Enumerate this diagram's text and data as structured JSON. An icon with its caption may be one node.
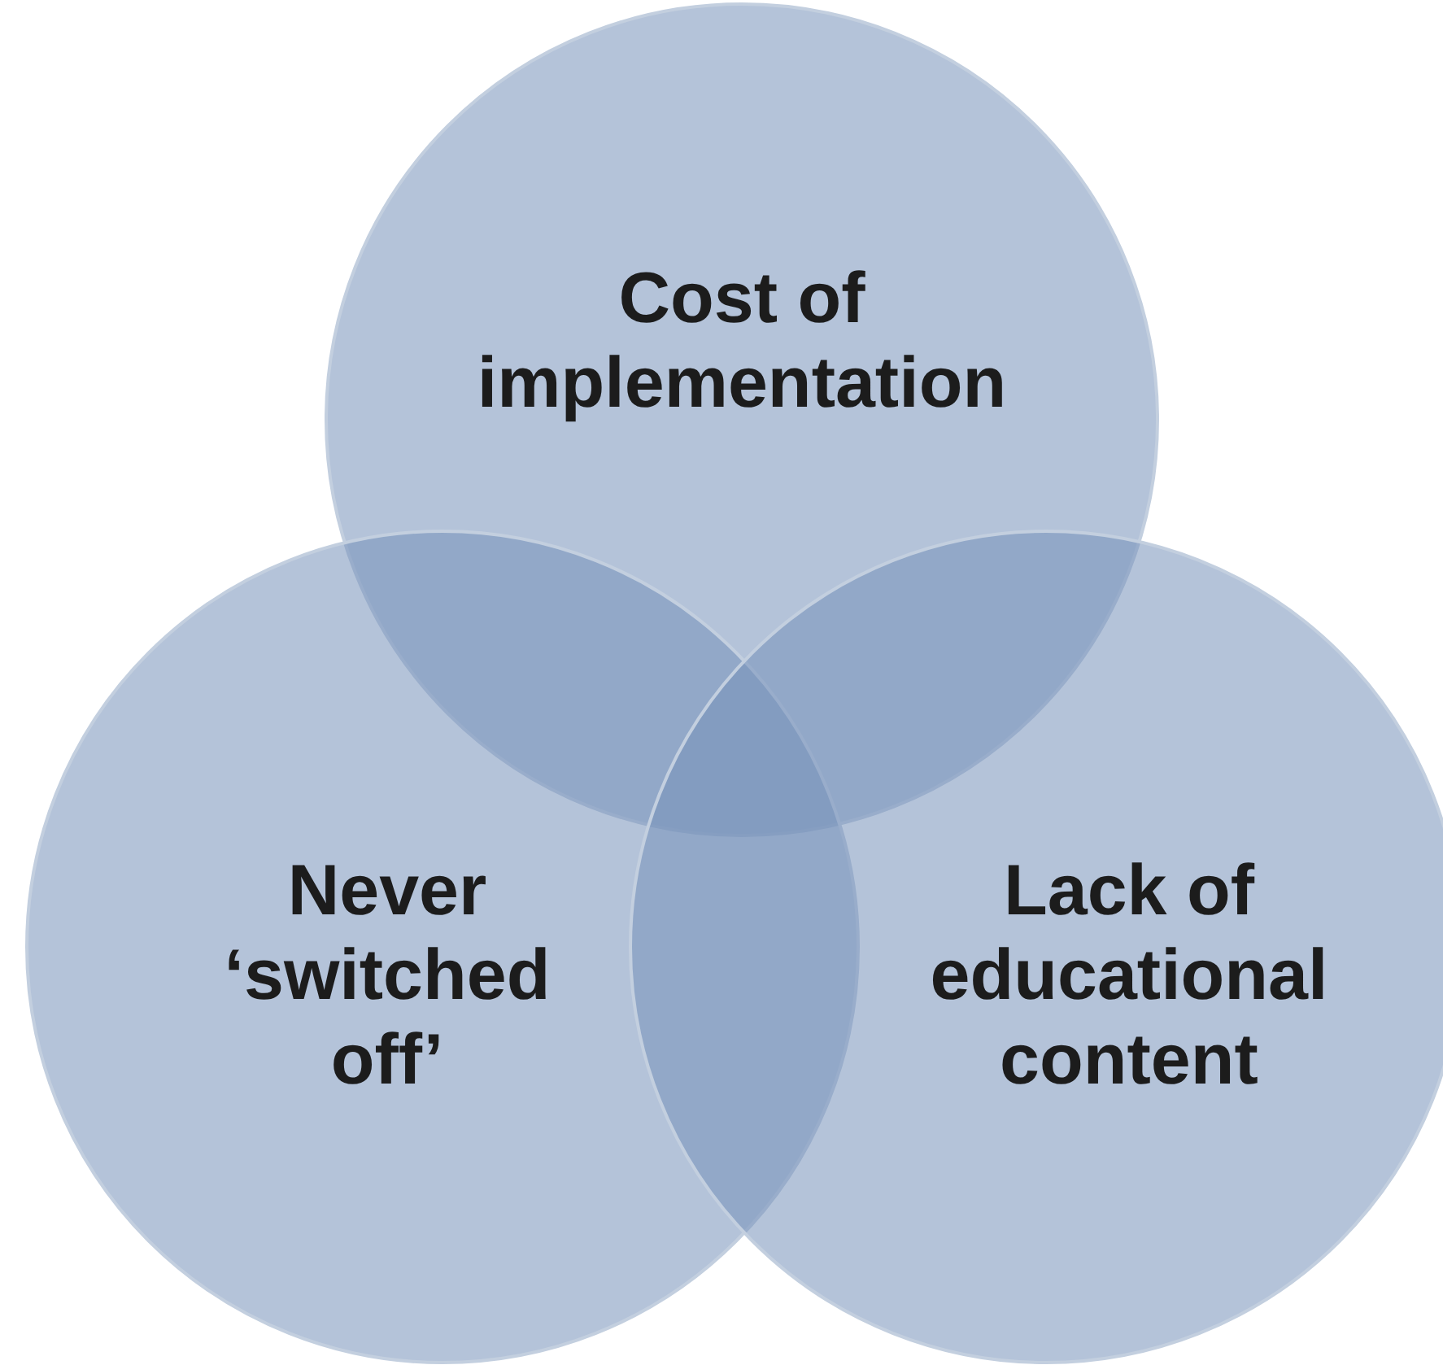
{
  "diagram": {
    "nodes": [
      {
        "text": [
          "Cost of implementation"
        ]
      },
      {
        "text": [
          "Never ‘switched off’"
        ]
      },
      {
        "text": [
          "Lack of educational content"
        ]
      }
    ]
  }
}
